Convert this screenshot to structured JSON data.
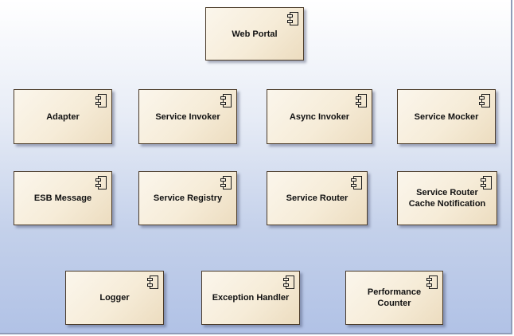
{
  "diagram": {
    "components": [
      {
        "id": "web-portal",
        "label": "Web Portal"
      },
      {
        "id": "adapter",
        "label": "Adapter"
      },
      {
        "id": "service-invoker",
        "label": "Service Invoker"
      },
      {
        "id": "async-invoker",
        "label": "Async Invoker"
      },
      {
        "id": "service-mocker",
        "label": "Service Mocker"
      },
      {
        "id": "esb-message",
        "label": "ESB Message"
      },
      {
        "id": "service-registry",
        "label": "Service Registry"
      },
      {
        "id": "service-router",
        "label": "Service Router"
      },
      {
        "id": "service-router-cache-notification",
        "label": "Service Router\nCache Notification"
      },
      {
        "id": "logger",
        "label": "Logger"
      },
      {
        "id": "exception-handler",
        "label": "Exception Handler"
      },
      {
        "id": "performance-counter",
        "label": "Performance\nCounter"
      }
    ],
    "component_icon": "uml-component-icon"
  }
}
